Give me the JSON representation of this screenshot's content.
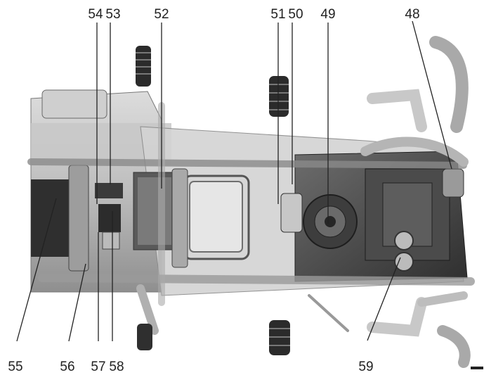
{
  "diagram": {
    "callouts": [
      {
        "id": "c48",
        "label": "48"
      },
      {
        "id": "c49",
        "label": "49"
      },
      {
        "id": "c50",
        "label": "50"
      },
      {
        "id": "c51",
        "label": "51"
      },
      {
        "id": "c52",
        "label": "52"
      },
      {
        "id": "c53",
        "label": "53"
      },
      {
        "id": "c54",
        "label": "54"
      },
      {
        "id": "c55",
        "label": "55"
      },
      {
        "id": "c56",
        "label": "56"
      },
      {
        "id": "c57",
        "label": "57"
      },
      {
        "id": "c58",
        "label": "58"
      },
      {
        "id": "c59",
        "label": "59"
      }
    ],
    "colors": {
      "background": "#ffffff",
      "frame": "#9a9a9a",
      "dark": "#3c3c3c",
      "leader": "#222222"
    }
  }
}
